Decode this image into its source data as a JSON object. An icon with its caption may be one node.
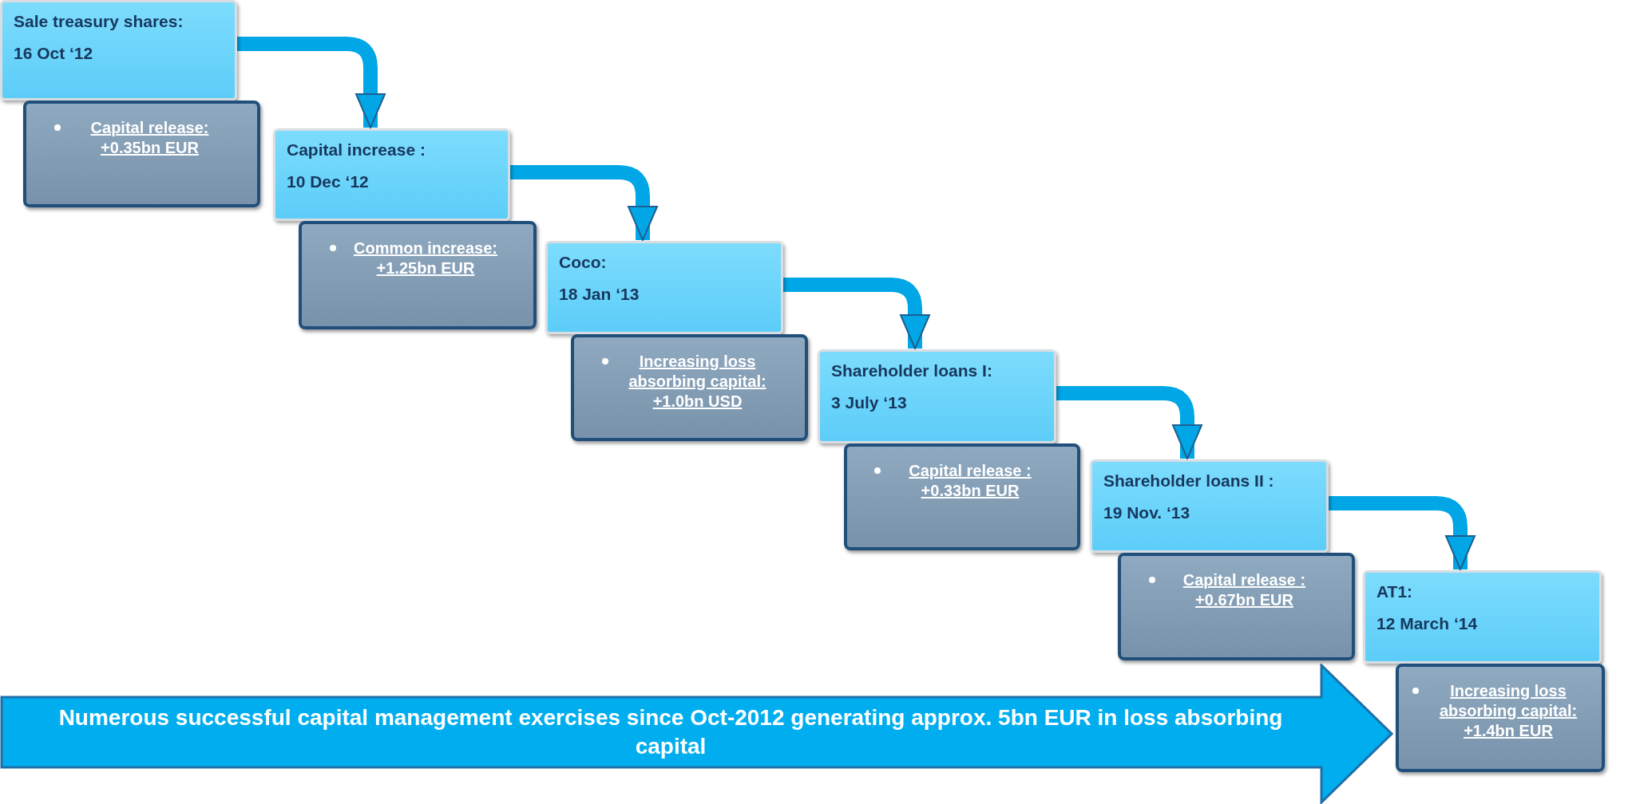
{
  "diagram": {
    "nodes": [
      {
        "text": [
          "Sale treasury shares:",
          "16 Oct ‘12"
        ]
      },
      {
        "text": [
          "Capital release: +0.35bn EUR"
        ]
      },
      {
        "text": [
          "Capital increase :",
          "10 Dec ‘12"
        ]
      },
      {
        "text": [
          "Common increase: +1.25bn EUR"
        ]
      },
      {
        "text": [
          "Coco:",
          "18 Jan ‘13"
        ]
      },
      {
        "text": [
          "Increasing loss absorbing capital: +1.0bn USD"
        ]
      },
      {
        "text": [
          "Shareholder loans I:",
          "3 July ‘13"
        ]
      },
      {
        "text": [
          "Capital release : +0.33bn EUR"
        ]
      },
      {
        "text": [
          "Shareholder loans II :",
          "19 Nov. ‘13"
        ]
      },
      {
        "text": [
          "Capital release : +0.67bn EUR"
        ]
      },
      {
        "text": [
          "AT1:",
          "12 March ‘14"
        ]
      },
      {
        "text": [
          "Increasing loss absorbing capital: +1.4bn EUR"
        ]
      },
      {
        "text": [
          "Numerous successful capital management exercises since Oct-2012 generating approx. 5bn EUR in loss absorbing capital"
        ]
      }
    ],
    "edges": [
      {
        "from": 0,
        "to": 2,
        "arrow": "to"
      },
      {
        "from": 2,
        "to": 4,
        "arrow": "to"
      },
      {
        "from": 4,
        "to": 6,
        "arrow": "to"
      },
      {
        "from": 6,
        "to": 8,
        "arrow": "to"
      },
      {
        "from": 8,
        "to": 10,
        "arrow": "to"
      }
    ]
  }
}
